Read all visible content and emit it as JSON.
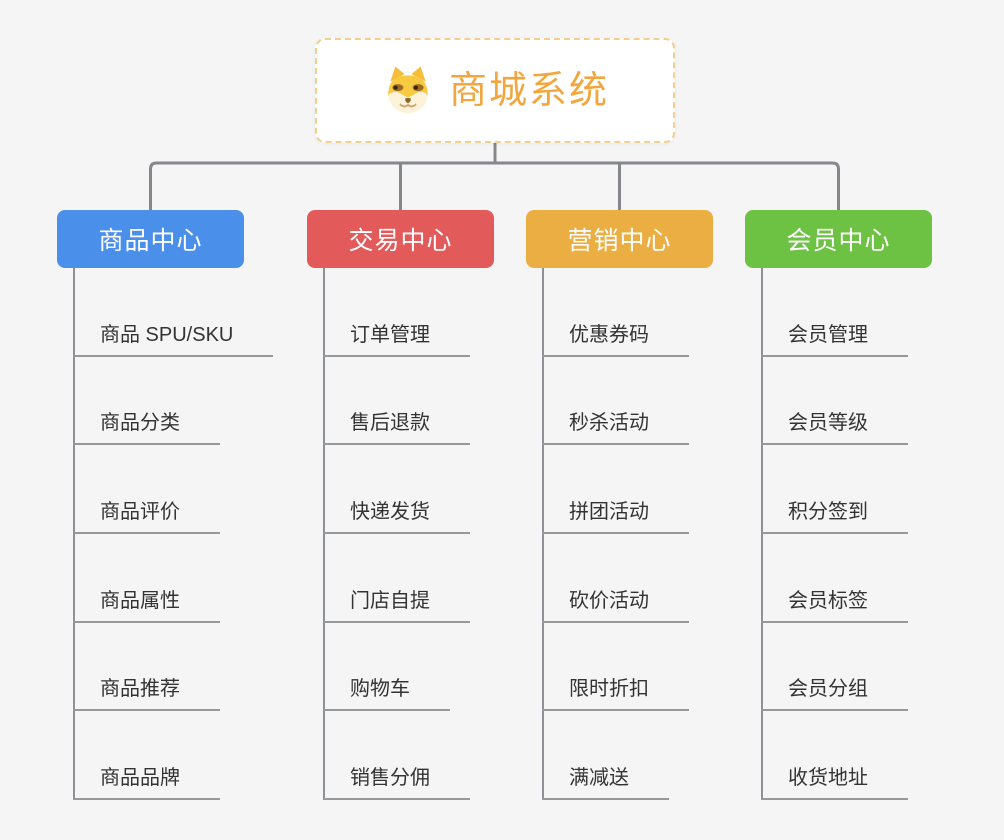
{
  "root": {
    "title": "商城系统",
    "icon": "shiba-dog-icon"
  },
  "branches": [
    {
      "label": "商品中心",
      "color": "#4A8FEA",
      "children": [
        "商品 SPU/SKU",
        "商品分类",
        "商品评价",
        "商品属性",
        "商品推荐",
        "商品品牌"
      ]
    },
    {
      "label": "交易中心",
      "color": "#E25A5A",
      "children": [
        "订单管理",
        "售后退款",
        "快递发货",
        "门店自提",
        "购物车",
        "销售分佣"
      ]
    },
    {
      "label": "营销中心",
      "color": "#EBAE42",
      "children": [
        "优惠券码",
        "秒杀活动",
        "拼团活动",
        "砍价活动",
        "限时折扣",
        "满减送"
      ]
    },
    {
      "label": "会员中心",
      "color": "#6DC143",
      "children": [
        "会员管理",
        "会员等级",
        "积分签到",
        "会员标签",
        "会员分组",
        "收货地址"
      ]
    }
  ],
  "colors": {
    "background": "#F5F5F6",
    "connector": "#85878A",
    "root_border": "#F3CF8F",
    "root_text": "#F1A73E",
    "branch_text": "#FFFFFF",
    "leaf_text": "#333333",
    "leaf_line": "#96989B",
    "trunk": "#8D9095",
    "dog_yellow": "#F8CA41",
    "dog_cream": "#FDF3DA"
  }
}
